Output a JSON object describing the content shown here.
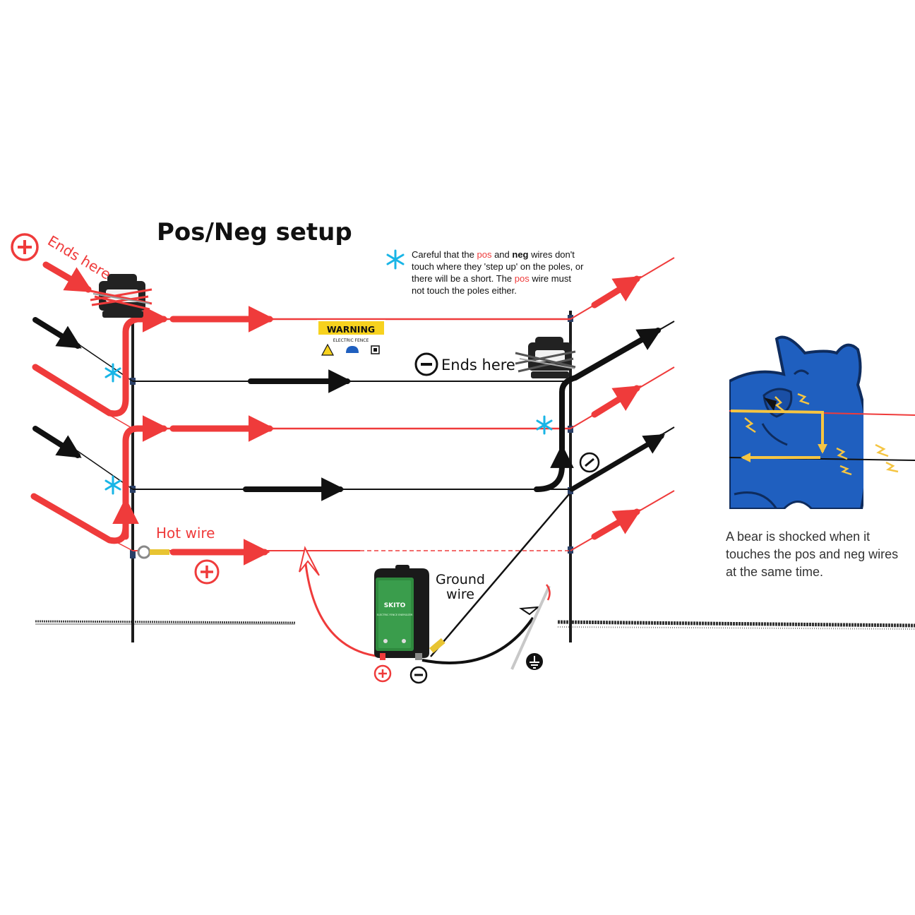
{
  "title": "Pos/Neg setup",
  "note": {
    "line1_a": "Careful that the ",
    "line1_pos": "pos",
    "line1_b": " and ",
    "line1_neg": "neg",
    "line1_c": " wires don't",
    "line2": "touch where they 'step up' on the poles, or",
    "line3_a": "there will be a short. The ",
    "line3_pos": "pos",
    "line3_b": " wire must",
    "line4": "not touch the poles either."
  },
  "labels": {
    "pos_ends_here": "Ends here",
    "neg_ends_here": "Ends here",
    "hot_wire": "Hot wire",
    "ground_wire_1": "Ground",
    "ground_wire_2": "wire"
  },
  "sign": {
    "heading": "WARNING",
    "sub": "ELECTRIC FENCE"
  },
  "energizer": {
    "brand": "SKITO",
    "line": "ELECTRIC FENCE ENERGIZER"
  },
  "caption": {
    "line1": "A bear is shocked when it",
    "line2": "touches the pos and neg wires",
    "line3": "at the same time."
  },
  "icons": {
    "plus": "plus-circle-icon",
    "minus": "minus-circle-icon",
    "ground": "ground-symbol-icon",
    "caution": "snowflake-asterisk-icon"
  },
  "colors": {
    "positive": "#ef3b3b",
    "negative": "#111111",
    "caution": "#19b5e6",
    "bear": "#1f5fbf",
    "shock": "#f5c542",
    "sign": "#f7d21e"
  }
}
